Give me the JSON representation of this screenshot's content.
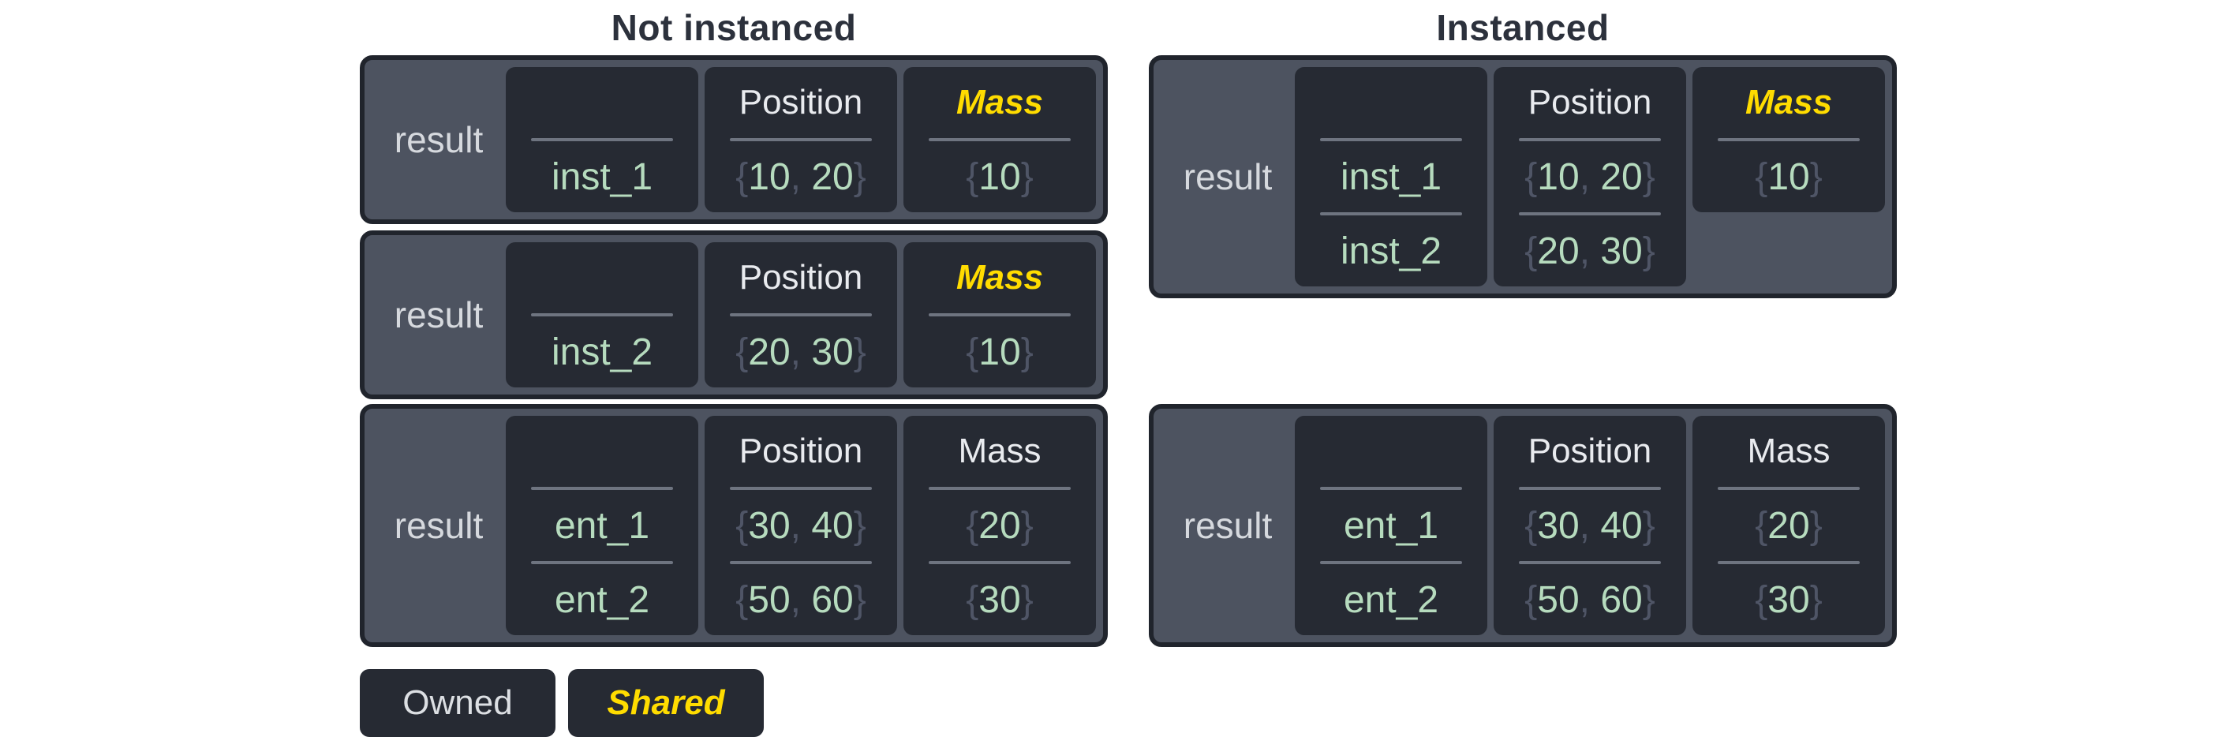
{
  "diagram": {
    "kind": "ecs-query-instancing-comparison",
    "columns": [
      {
        "id": "not-instanced",
        "title": "Not instanced",
        "boxes": [
          {
            "label": "result",
            "cells": [
              {
                "header": "",
                "header_style": "owned",
                "values": [
                  "inst_1"
                ]
              },
              {
                "header": "Position",
                "header_style": "owned",
                "values": [
                  "{10, 20}"
                ]
              },
              {
                "header": "Mass",
                "header_style": "shared",
                "values": [
                  "{10}"
                ]
              }
            ]
          },
          {
            "label": "result",
            "cells": [
              {
                "header": "",
                "header_style": "owned",
                "values": [
                  "inst_2"
                ]
              },
              {
                "header": "Position",
                "header_style": "owned",
                "values": [
                  "{20, 30}"
                ]
              },
              {
                "header": "Mass",
                "header_style": "shared",
                "values": [
                  "{10}"
                ]
              }
            ]
          },
          {
            "label": "result",
            "cells": [
              {
                "header": "",
                "header_style": "owned",
                "values": [
                  "ent_1",
                  "ent_2"
                ]
              },
              {
                "header": "Position",
                "header_style": "owned",
                "values": [
                  "{30, 40}",
                  "{50, 60}"
                ]
              },
              {
                "header": "Mass",
                "header_style": "owned",
                "values": [
                  "{20}",
                  "{30}"
                ]
              }
            ]
          }
        ]
      },
      {
        "id": "instanced",
        "title": "Instanced",
        "boxes": [
          {
            "label": "result",
            "cells": [
              {
                "header": "",
                "header_style": "owned",
                "values": [
                  "inst_1",
                  "inst_2"
                ]
              },
              {
                "header": "Position",
                "header_style": "owned",
                "values": [
                  "{10, 20}",
                  "{20, 30}"
                ]
              },
              {
                "header": "Mass",
                "header_style": "shared",
                "values": [
                  "{10}"
                ]
              }
            ]
          },
          {
            "label": "result",
            "cells": [
              {
                "header": "",
                "header_style": "owned",
                "values": [
                  "ent_1",
                  "ent_2"
                ]
              },
              {
                "header": "Position",
                "header_style": "owned",
                "values": [
                  "{30, 40}",
                  "{50, 60}"
                ]
              },
              {
                "header": "Mass",
                "header_style": "owned",
                "values": [
                  "{20}",
                  "{30}"
                ]
              }
            ]
          }
        ]
      }
    ],
    "legend": {
      "items": [
        {
          "label": "Owned",
          "style": "owned"
        },
        {
          "label": "Shared",
          "style": "shared"
        }
      ]
    },
    "colors": {
      "background": "#ffffff",
      "title_text": "#2c313c",
      "box_frame": "#4d5360",
      "box_border": "#20242c",
      "cell_background": "#262a33",
      "divider": "#6e7480",
      "result_text": "#d6d9de",
      "owned_header_text": "#e9ebef",
      "shared_accent": "#ffdc00",
      "value_text": "#b6dbbe",
      "brace_text": "#4f5566",
      "legend_owned_text": "#dcdfe3"
    }
  }
}
